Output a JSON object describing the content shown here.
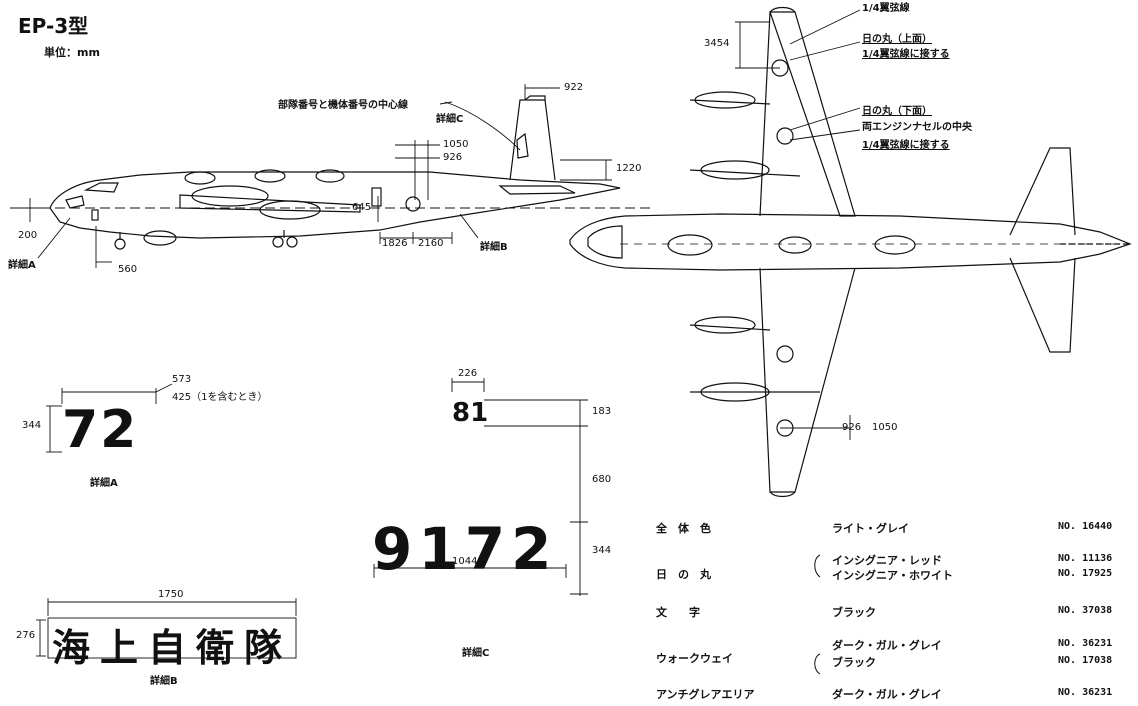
{
  "title": "EP-3型",
  "unit": "単位：mm",
  "side_view": {
    "center_line_label": "部隊番号と機体番号の中心線",
    "detail_c_label": "詳細C",
    "detail_b_label": "詳細B",
    "detail_a_label": "詳細A",
    "dims": {
      "d922": "922",
      "d1050": "1050",
      "d926": "926",
      "d1220": "1220",
      "d645": "645",
      "d1826": "1826",
      "d2160": "2160",
      "d200": "200",
      "d560": "560"
    }
  },
  "top_view": {
    "dim_3454": "3454",
    "quarter_chord": "1/4翼弦線",
    "upper_roundel": "日の丸（上面）",
    "upper_roundel_note": "1/4翼弦線に接する",
    "lower_roundel": "日の丸（下面）",
    "lower_roundel_note1": "両エンジンナセルの中央",
    "lower_roundel_note2": "1/4翼弦線に接する",
    "dim_926": "926",
    "dim_1050": "1050"
  },
  "detail_a": {
    "number": "72",
    "dim_width": "573",
    "dim_width_alt": "425（1を含むとき）",
    "dim_height": "344",
    "caption": "詳細A"
  },
  "detail_b": {
    "text": "海上自衛隊",
    "dim_width": "1750",
    "dim_height": "276",
    "caption": "詳細B"
  },
  "detail_c": {
    "top_number": "81",
    "big_number": "9172",
    "dim_226": "226",
    "dim_183": "183",
    "dim_680": "680",
    "dim_344": "344",
    "dim_1044": "1044",
    "caption": "詳細C"
  },
  "color_table": [
    {
      "item": "全　体　色",
      "colors": [
        "ライト・グレイ"
      ],
      "numbers": [
        "NO. 16440"
      ]
    },
    {
      "item": "日　の　丸",
      "colors": [
        "インシグニア・レッド",
        "インシグニア・ホワイト"
      ],
      "numbers": [
        "NO. 11136",
        "NO. 17925"
      ]
    },
    {
      "item": "文　　字",
      "colors": [
        "ブラック"
      ],
      "numbers": [
        "NO. 37038"
      ]
    },
    {
      "item": "ウォークウェイ",
      "colors": [
        "ダーク・ガル・グレイ",
        "ブラック"
      ],
      "numbers": [
        "NO. 36231",
        "NO. 17038"
      ]
    },
    {
      "item": "アンチグレアエリア",
      "colors": [
        "ダーク・ガル・グレイ"
      ],
      "numbers": [
        "NO. 36231"
      ]
    }
  ]
}
